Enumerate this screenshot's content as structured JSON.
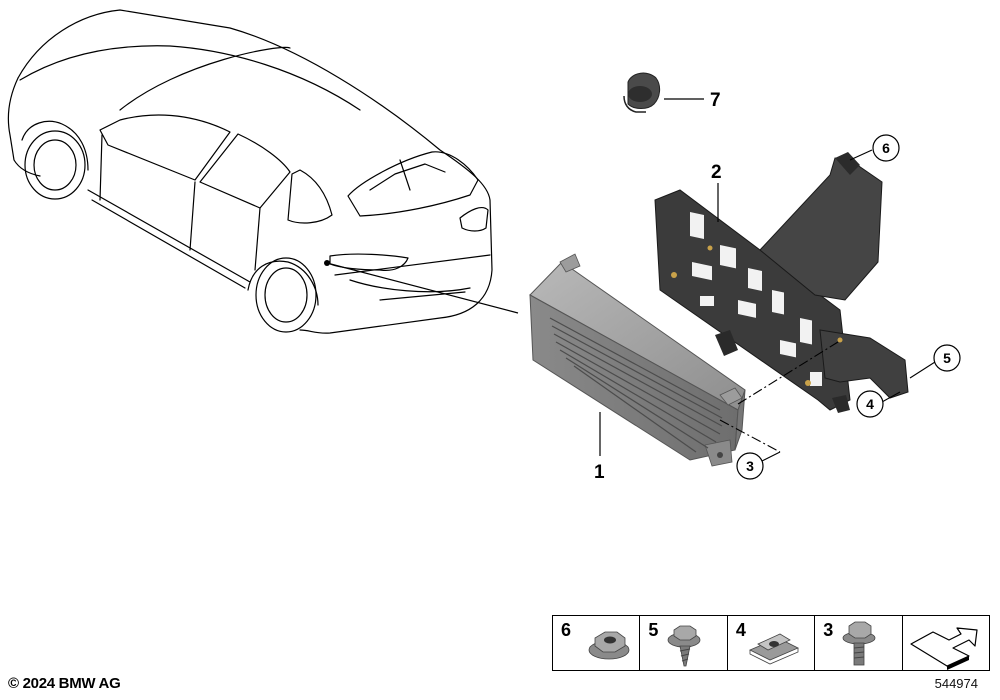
{
  "callouts": {
    "part1": "1",
    "part2": "2",
    "part3": "3",
    "part4": "4",
    "part5": "5",
    "part6": "6",
    "part7": "7"
  },
  "legend": {
    "items": [
      {
        "number": "6",
        "icon": "hex-flange-nut-icon"
      },
      {
        "number": "5",
        "icon": "self-tapping-screw-icon"
      },
      {
        "number": "4",
        "icon": "spring-nut-clip-icon"
      },
      {
        "number": "3",
        "icon": "hex-bolt-icon"
      },
      {
        "number": "",
        "icon": "arrow-navigation-icon"
      }
    ]
  },
  "footer": {
    "copyright": "© 2024 BMW AG",
    "diagram_id": "544974"
  },
  "colors": {
    "line": "#000000",
    "part_dark": "#3a3a3a",
    "part_grey": "#8c8c8c"
  }
}
